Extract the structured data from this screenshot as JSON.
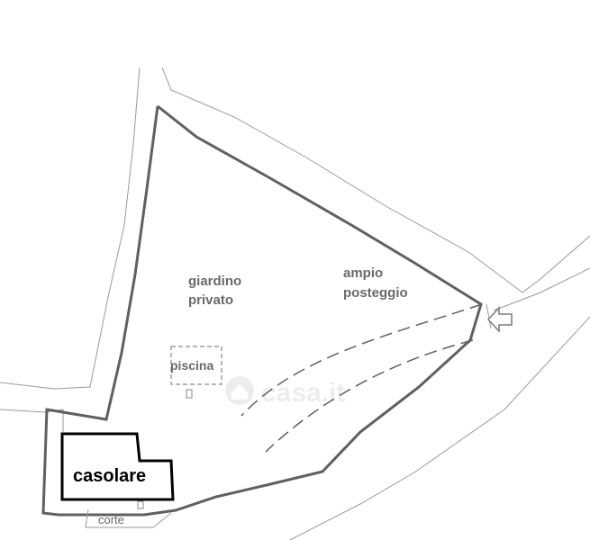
{
  "labels": {
    "garden_line1": "giardino",
    "garden_line2": "privato",
    "parking_line1": "ampio",
    "parking_line2": "posteggio",
    "pool": "piscina",
    "farmhouse": "casolare",
    "courtyard": "corte",
    "watermark": "casa.it"
  },
  "colors": {
    "background": "#ffffff",
    "boundary": "#606060",
    "thin_lines": "#9a9a9a",
    "label_text": "#6a6a6a",
    "farmhouse_outline": "#000000",
    "farmhouse_text": "#000000",
    "watermark": "#ececec"
  },
  "icons": {
    "entrance_arrow": "arrow-left-icon",
    "watermark_logo": "house-logo-icon"
  }
}
